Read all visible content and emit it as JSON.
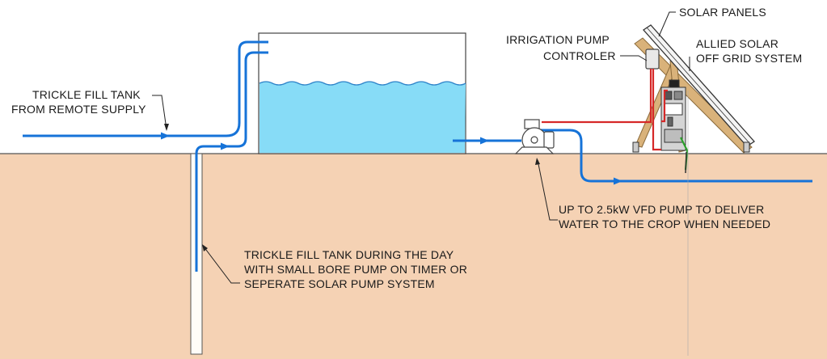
{
  "colors": {
    "sky": "#ffffff",
    "ground": "#f5d2b4",
    "water": "#87dcf7",
    "water_line": "#2d82c8",
    "pipe": "#1673d8",
    "wire_red": "#d62828",
    "wire_green": "#2aa02a",
    "timber": "#d9b27a",
    "outline": "#333333"
  },
  "icons": [
    "tank",
    "pump-motor",
    "controller-box",
    "solar-panel",
    "inverter-cabinet",
    "bore-casing",
    "earth-stake"
  ],
  "labels": {
    "remote_supply_line1": "TRICKLE FILL TANK",
    "remote_supply_line2": "FROM REMOTE SUPPLY",
    "bore_line1": "TRICKLE FILL TANK DURING THE DAY",
    "bore_line2": "WITH SMALL BORE PUMP ON TIMER OR",
    "bore_line3": "SEPERATE SOLAR PUMP SYSTEM",
    "pump_line1": "UP TO 2.5kW VFD PUMP TO DELIVER",
    "pump_line2": "WATER TO THE CROP WHEN NEEDED",
    "controller_line1": "IRRIGATION PUMP",
    "controller_line2": "CONTROLER",
    "panels": "SOLAR PANELS",
    "system_line1": "ALLIED SOLAR",
    "system_line2": "OFF GRID SYSTEM"
  }
}
